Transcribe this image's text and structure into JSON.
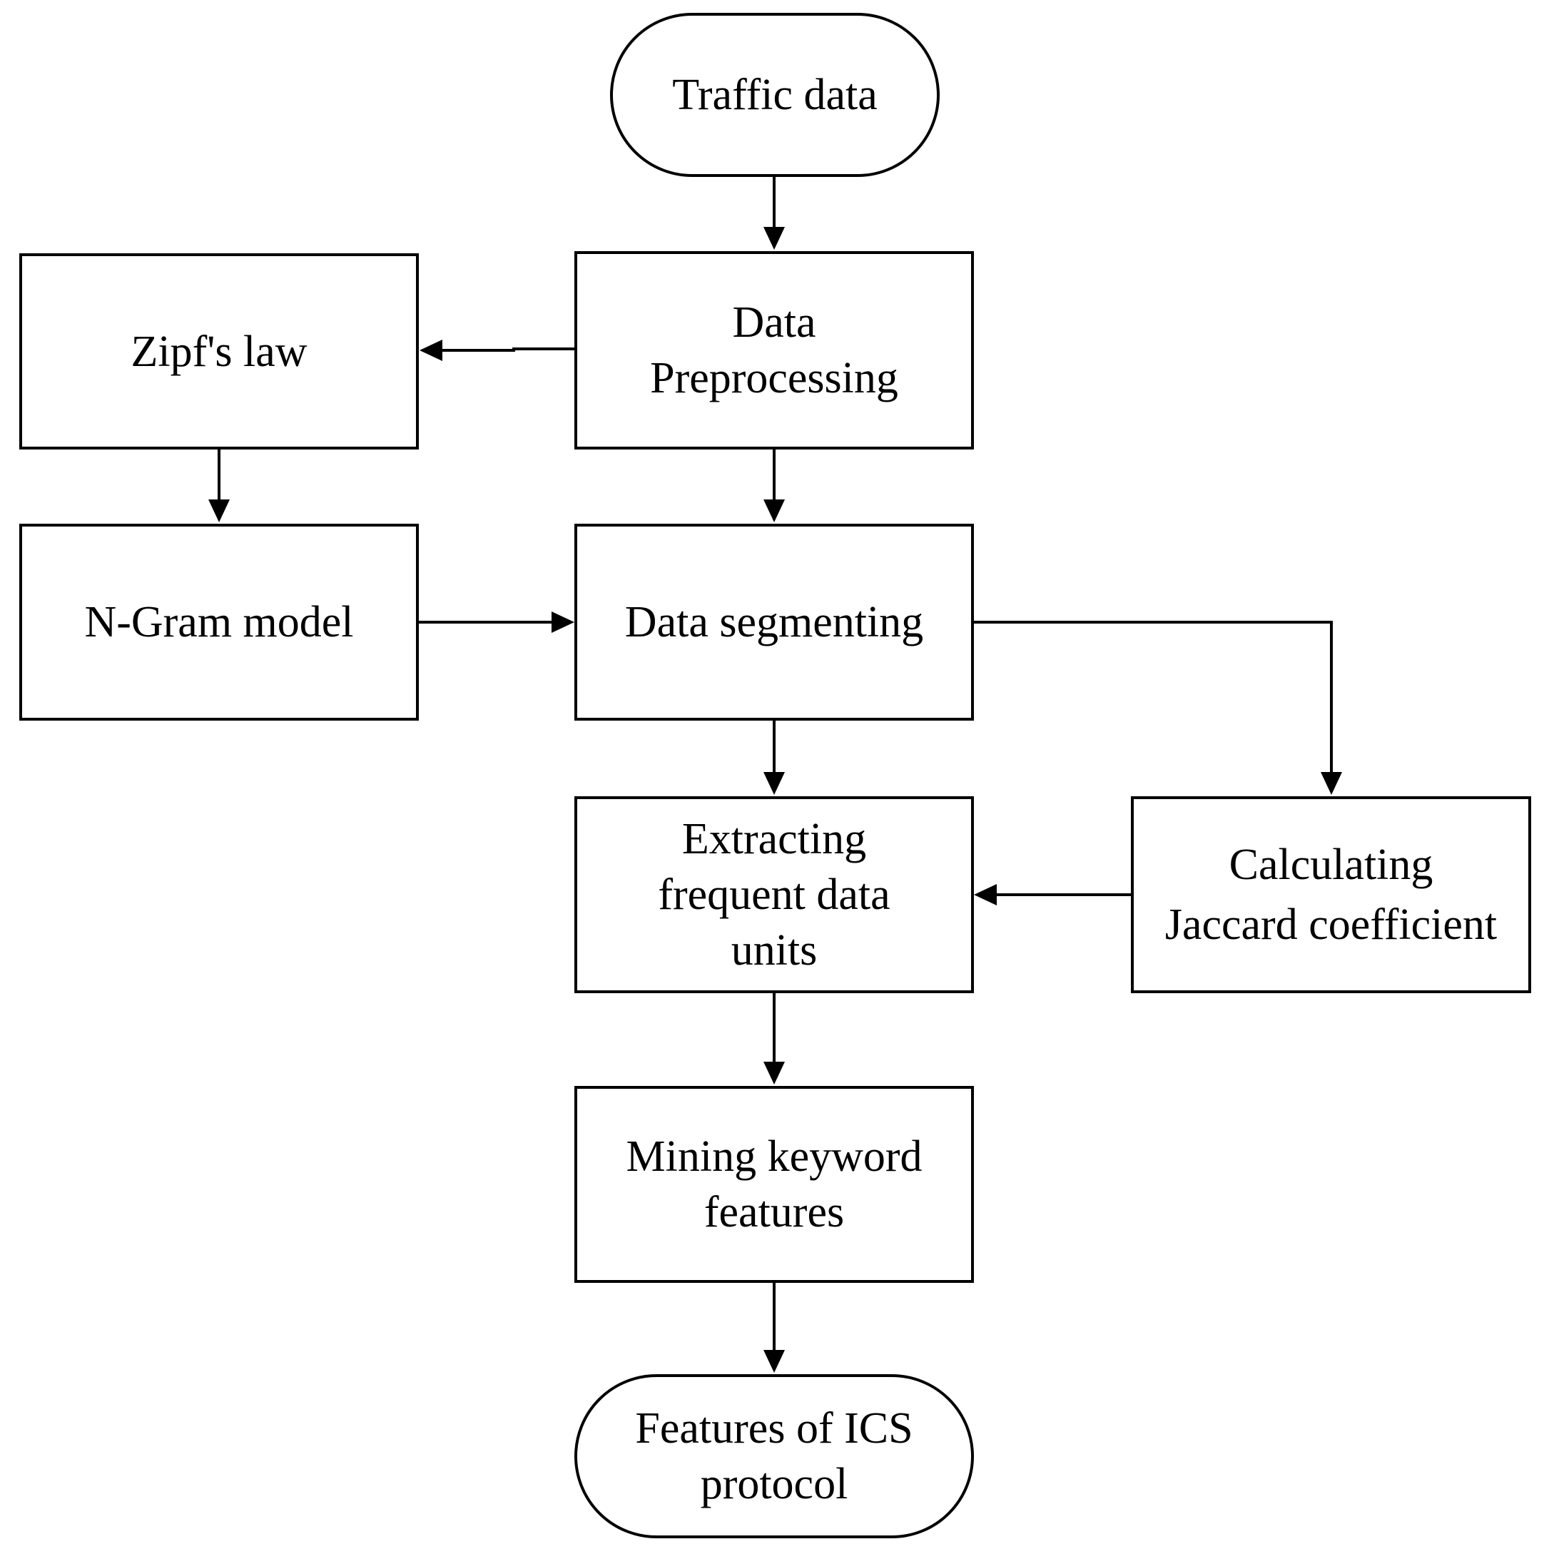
{
  "nodes": {
    "traffic_data": {
      "lines": [
        "Traffic data"
      ]
    },
    "data_preprocessing": {
      "lines": [
        "Data",
        "Preprocessing"
      ]
    },
    "zipfs_law": {
      "lines": [
        "Zipf's law"
      ]
    },
    "ngram_model": {
      "lines": [
        "N-Gram model"
      ]
    },
    "data_segmenting": {
      "lines": [
        "Data segmenting"
      ]
    },
    "extracting_units": {
      "lines": [
        "Extracting",
        "frequent data",
        "units"
      ]
    },
    "calculating_jaccard": {
      "lines": [
        "Calculating",
        "Jaccard coefficient"
      ]
    },
    "mining_keyword": {
      "lines": [
        "Mining keyword",
        "features"
      ]
    },
    "features_ics": {
      "lines": [
        "Features of ICS",
        "protocol"
      ]
    }
  },
  "edges": [
    {
      "from": "traffic_data",
      "to": "data_preprocessing"
    },
    {
      "from": "data_preprocessing",
      "to": "zipfs_law"
    },
    {
      "from": "data_preprocessing",
      "to": "data_segmenting"
    },
    {
      "from": "zipfs_law",
      "to": "ngram_model"
    },
    {
      "from": "ngram_model",
      "to": "data_segmenting"
    },
    {
      "from": "data_segmenting",
      "to": "extracting_units"
    },
    {
      "from": "data_segmenting",
      "to": "calculating_jaccard"
    },
    {
      "from": "calculating_jaccard",
      "to": "extracting_units"
    },
    {
      "from": "extracting_units",
      "to": "mining_keyword"
    },
    {
      "from": "mining_keyword",
      "to": "features_ics"
    }
  ]
}
